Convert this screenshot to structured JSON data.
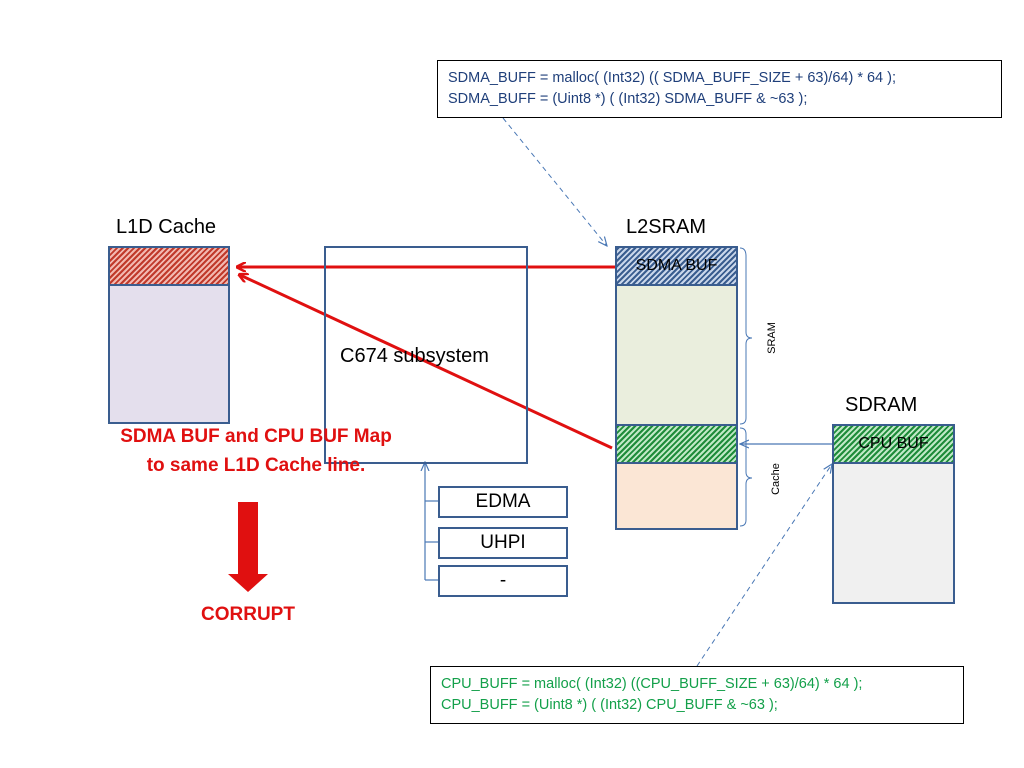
{
  "code_top": {
    "line1": "SDMA_BUFF = malloc( (Int32) (( SDMA_BUFF_SIZE + 63)/64) * 64 );",
    "line2": "SDMA_BUFF = (Uint8 *) ( (Int32) SDMA_BUFF & ~63 );"
  },
  "code_bottom": {
    "line1": "CPU_BUFF = malloc( (Int32) ((CPU_BUFF_SIZE + 63)/64) * 64 );",
    "line2": "CPU_BUFF = (Uint8 *) ( (Int32) CPU_BUFF & ~63 );"
  },
  "l1d": {
    "title": "L1D Cache"
  },
  "subsystem": {
    "title": "C674 subsystem"
  },
  "l2sram": {
    "title": "L2SRAM",
    "sdma_buf": "SDMA BUF",
    "sram_label": "SRAM",
    "cache_label": "Cache"
  },
  "sdram": {
    "title": "SDRAM",
    "cpu_buf": "CPU BUF"
  },
  "masters": [
    "EDMA",
    "UHPI",
    "-"
  ],
  "warning": {
    "line1": "SDMA BUF and CPU BUF Map",
    "line2": "to same L1D Cache line.",
    "result": "CORRUPT"
  },
  "colors": {
    "border": "#3a5d8f",
    "red": "#e01010",
    "sram_fill": "#eaeedd",
    "cache_fill": "#fbe6d5",
    "l1d_fill": "#e4dfed",
    "sdram_fill": "#f0f0f0"
  }
}
